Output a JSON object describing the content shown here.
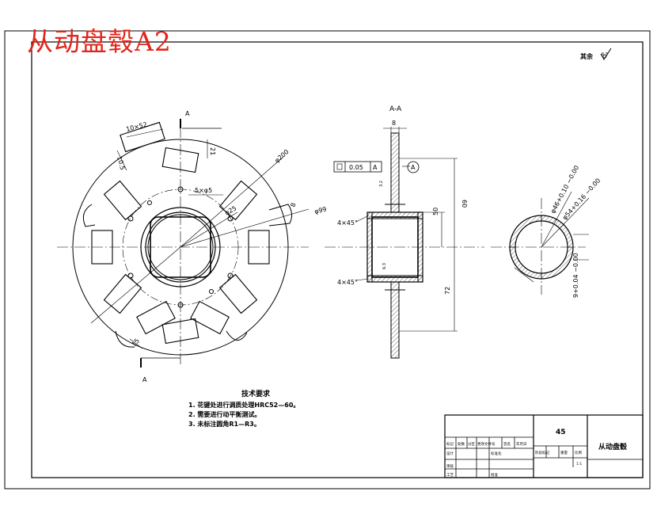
{
  "title": "从动盘毂A2",
  "surface_finish": {
    "label": "其余",
    "value": "6.3"
  },
  "section_marker": "A",
  "section_title": "A-A",
  "front_view": {
    "dim_slot": "10×52",
    "dim_bolt_hole": "5×φ5",
    "dim_side_top": "21",
    "dim_side_left": "10.5",
    "dim_outer": "φ200",
    "dim_inner": "φ99",
    "dim_depth": "8",
    "dim_hub": "φ25",
    "dim_bottom": "15"
  },
  "section_view": {
    "tolerance_value": "0.05",
    "tolerance_datum": "A",
    "datum_label": "A",
    "dim_thickness": "8",
    "dim_total": "60",
    "dim_hub_height": "50",
    "dim_lower": "72",
    "chamfer_top": "4×45°",
    "chamfer_bottom": "4×45°",
    "roughness_a": "3.2",
    "roughness_b": "6.3"
  },
  "side_view": {
    "dim_a": "φ46+0.10 −0.00",
    "dim_b": "φ54+0.16 −0.00",
    "dim_c": "9+0.04 −0.00"
  },
  "tech_requirements": {
    "heading": "技术要求",
    "items": [
      "1. 花键处进行调质处理HRC52—60。",
      "2. 需要进行动平衡测试。",
      "3. 未标注圆角R1—R3。"
    ]
  },
  "title_block": {
    "material": "45",
    "part_name": "从动盘毂",
    "header_cells": [
      "标记",
      "处数",
      "分区",
      "更改文件号",
      "签名",
      "年月日"
    ],
    "row_design": "设计",
    "row_standard": "标准化",
    "row_review": "审核",
    "row_process": "工艺",
    "row_approve": "批准",
    "stage_label": "阶段标记",
    "weight_label": "重量",
    "scale_label": "比例",
    "scale_value": "1:1"
  }
}
